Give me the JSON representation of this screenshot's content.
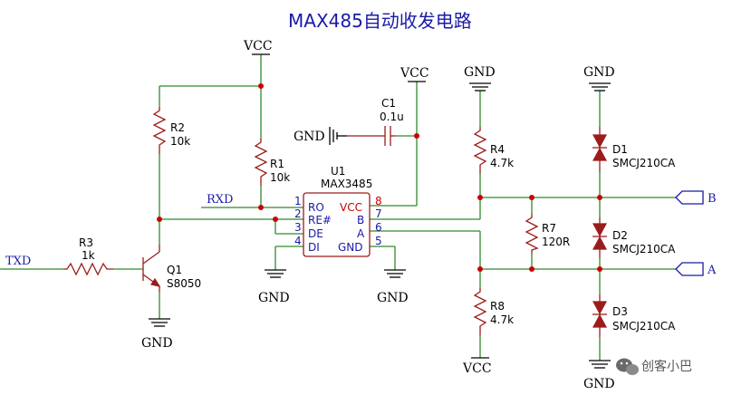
{
  "title": "MAX485自动收发电路",
  "power": {
    "vcc": "VCC",
    "gnd": "GND"
  },
  "nets": {
    "rxd": "RXD",
    "txd": "TXD",
    "a": "A",
    "b": "B"
  },
  "components": {
    "u1": {
      "ref": "U1",
      "value": "MAX3485",
      "pins": {
        "ro": "RO",
        "re": "RE#",
        "de": "DE",
        "di": "DI",
        "vcc": "VCC",
        "b": "B",
        "a": "A",
        "gnd": "GND"
      },
      "nums": {
        "p1": "1",
        "p2": "2",
        "p3": "3",
        "p4": "4",
        "p5": "5",
        "p6": "6",
        "p7": "7",
        "p8": "8"
      }
    },
    "c1": {
      "ref": "C1",
      "value": "0.1u"
    },
    "r1": {
      "ref": "R1",
      "value": "10k"
    },
    "r2": {
      "ref": "R2",
      "value": "10k"
    },
    "r3": {
      "ref": "R3",
      "value": "1k"
    },
    "r4": {
      "ref": "R4",
      "value": "4.7k"
    },
    "r7": {
      "ref": "R7",
      "value": "120R"
    },
    "r8": {
      "ref": "R8",
      "value": "4.7k"
    },
    "q1": {
      "ref": "Q1",
      "value": "S8050"
    },
    "d1": {
      "ref": "D1",
      "value": "SMCJ210CA"
    },
    "d2": {
      "ref": "D2",
      "value": "SMCJ210CA"
    },
    "d3": {
      "ref": "D3",
      "value": "SMCJ210CA"
    }
  },
  "watermark": {
    "icon": "wechat-icon",
    "text": "创客小巴"
  },
  "colors": {
    "wire": "#2e8b2e",
    "component": "#9b1c1c",
    "pin": "#cc0000",
    "label": "#1a1aa8",
    "power": "#000000"
  }
}
